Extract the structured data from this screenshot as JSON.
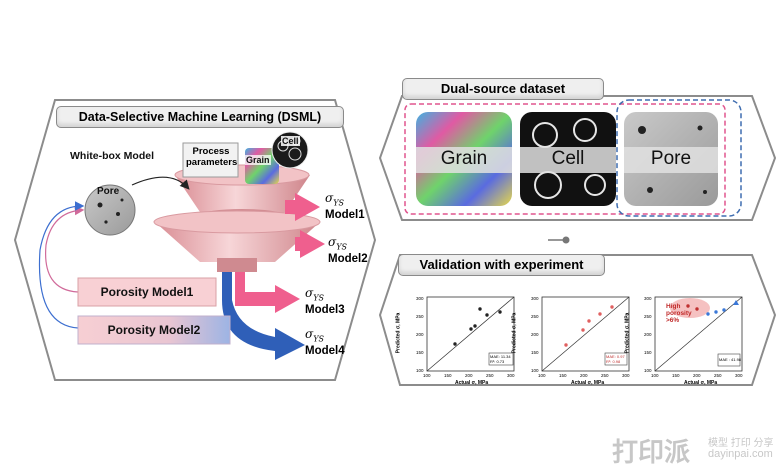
{
  "left_panel": {
    "title": "Data-Selective Machine Learning (DSML)",
    "white_box_label": "White-box Model",
    "process_params": [
      "Process",
      "parameters"
    ],
    "grain_label": "Grain",
    "cell_label": "Cell",
    "pore_label": "Pore",
    "porosity_model1": "Porosity Model1",
    "porosity_model2": "Porosity Model2",
    "outputs": [
      {
        "sigma": "σ",
        "sub": "YS",
        "model": "Model1"
      },
      {
        "sigma": "σ",
        "sub": "YS",
        "model": "Model2"
      },
      {
        "sigma": "σ",
        "sub": "YS",
        "model": "Model3"
      },
      {
        "sigma": "σ",
        "sub": "YS",
        "model": "Model4"
      }
    ],
    "colors": {
      "funnel": "#e7a7ab",
      "arrow_pink": "#ef5f8e",
      "arrow_blue": "#2f5fb8",
      "box_pink": "#f8d0d4"
    }
  },
  "right_top": {
    "title": "Dual-source  dataset",
    "images": [
      "Grain",
      "Cell",
      "Pore"
    ],
    "colors": {
      "pink_dash": "#e0558e",
      "blue_dash": "#3f6db0"
    }
  },
  "right_bottom": {
    "title": "Validation  with experiment",
    "plots": [
      {
        "ylabel": "Predicted σ, MPa",
        "xlabel": "Actual σ, MPa",
        "ticks": [
          "100",
          "150",
          "200",
          "250",
          "300"
        ],
        "ticks_x": [
          "100",
          "150",
          "200",
          "250",
          "300"
        ],
        "metrics": [
          "MAE: 11.34",
          "R²: 0.73"
        ]
      },
      {
        "ylabel": "Predicted σ, MPa",
        "xlabel": "Actual σ, MPa",
        "ticks": [
          "100",
          "150",
          "200",
          "250",
          "300"
        ],
        "ticks_x": [
          "100",
          "150",
          "200",
          "250",
          "300"
        ],
        "metrics": [
          "MAE: 0.97",
          "R²: 0.98"
        ]
      },
      {
        "ylabel": "Predicted σ, MPa",
        "xlabel": "Actual σ, MPa",
        "ticks": [
          "100",
          "150",
          "200",
          "250",
          "300"
        ],
        "ticks_x": [
          "100",
          "150",
          "200",
          "250",
          "300"
        ],
        "metrics": [
          "MAE : 41.98"
        ],
        "annotation": [
          "High",
          "porosity",
          ">6%"
        ]
      }
    ]
  },
  "watermark": {
    "main": "打印派",
    "sub": "模型 打印 分享",
    "url": "dayinpai.com"
  }
}
